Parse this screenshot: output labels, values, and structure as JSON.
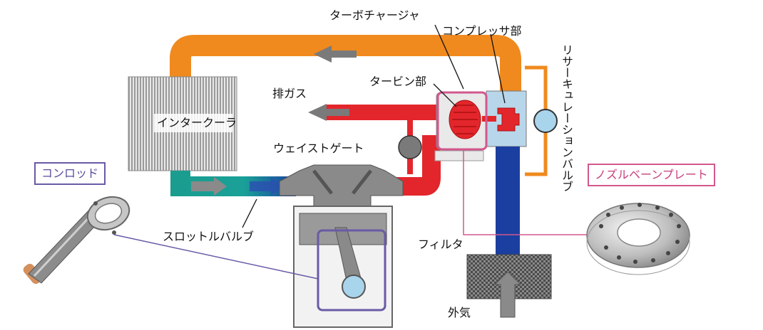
{
  "labels": {
    "turbocharger": "ターボチャージャ",
    "compressor": "コンプレッサ部",
    "turbine": "タービン部",
    "exhaust": "排ガス",
    "intercooler": "インタークーラ",
    "wastegate": "ウェイストゲート",
    "throttle_valve": "スロットルバルブ",
    "filter": "フィルタ",
    "outside_air": "外気",
    "recirculation_valve": "リサーキュレーションバルブ"
  },
  "callouts": {
    "conrod": "コンロッド",
    "nozzle_vane_plate": "ノズルベーンプレート"
  },
  "colors": {
    "intake_pipe": "#f08a1e",
    "exhaust_pipe": "#e3262c",
    "fresh_air_pipe": "#1b3fa0",
    "cooled_pipe": "#1a9d8f",
    "callout_purple": "#6a5aa6",
    "callout_pink": "#d2588d"
  }
}
